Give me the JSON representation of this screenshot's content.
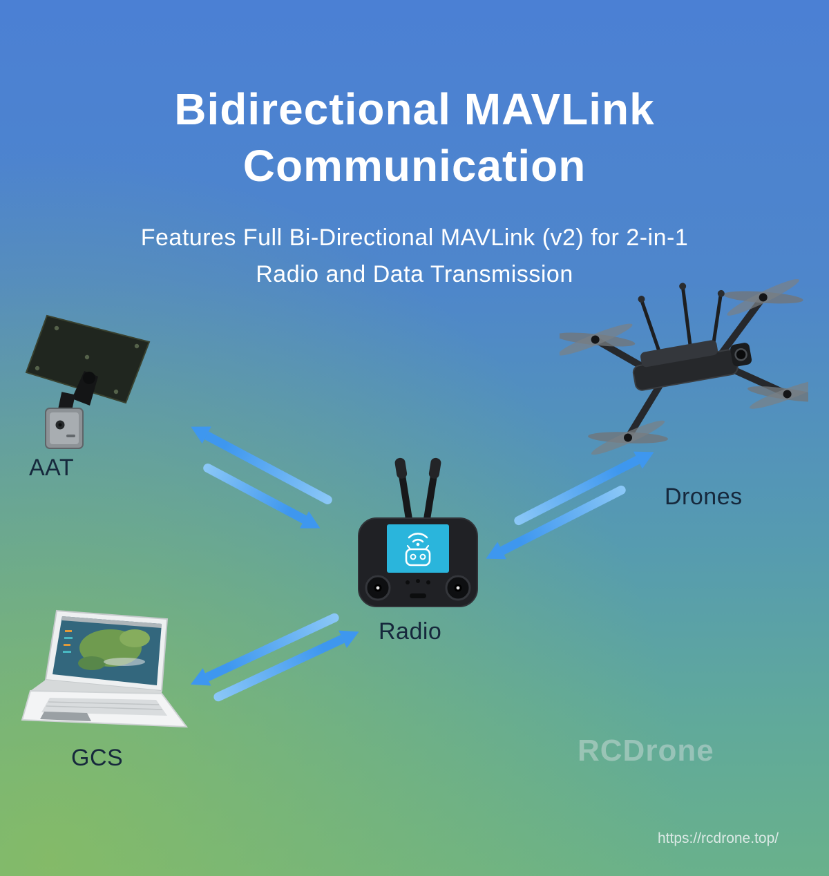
{
  "page": {
    "title_line1": "Bidirectional MAVLink",
    "title_line2": "Communication",
    "subtitle_line1": "Features Full Bi-Directional MAVLink (v2) for 2-in-1",
    "subtitle_line2": "Radio and Data Transmission"
  },
  "nodes": {
    "aat": {
      "label": "AAT"
    },
    "drones": {
      "label": "Drones"
    },
    "radio": {
      "label": "Radio"
    },
    "gcs": {
      "label": "GCS"
    }
  },
  "connections": [
    {
      "from": "Radio",
      "to": "AAT",
      "type": "bidirectional"
    },
    {
      "from": "Radio",
      "to": "Drones",
      "type": "bidirectional"
    },
    {
      "from": "Radio",
      "to": "GCS",
      "type": "bidirectional"
    }
  ],
  "watermark": "RCDrone",
  "footer_url": "https://rcdrone.top/",
  "colors": {
    "arrow_blue": "#3e97ef",
    "label_dark": "#16283c",
    "background_top": "#4b80d4",
    "background_bottom_left": "#8dbe5c",
    "background_bottom_right": "#60a99b",
    "radio_screen_cyan": "#2ab5dc",
    "title_white": "#ffffff"
  }
}
